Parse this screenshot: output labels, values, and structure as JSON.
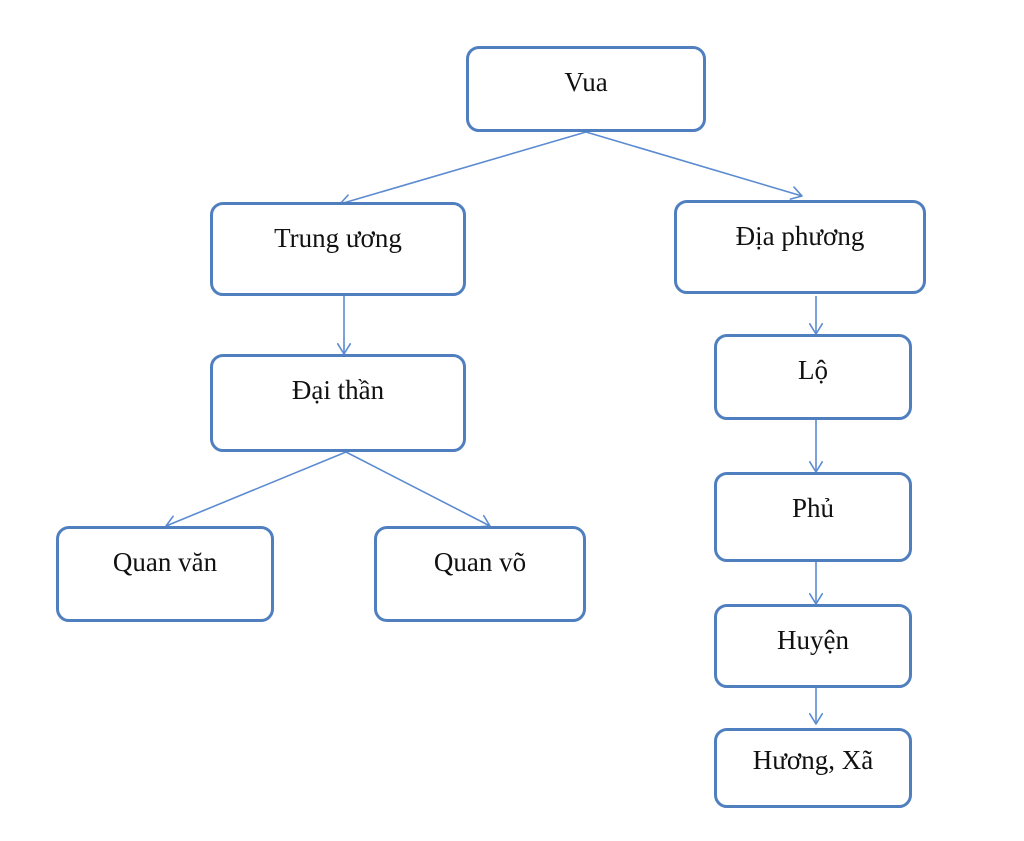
{
  "nodes": {
    "vua": "Vua",
    "trung_uong": "Trung ương",
    "dia_phuong": "Địa phương",
    "dai_than": "Đại thần",
    "quan_van": "Quan văn",
    "quan_vo": "Quan võ",
    "lo": "Lộ",
    "phu": "Phủ",
    "huyen": "Huyện",
    "huong_xa": "Hương, Xã"
  },
  "edges": [
    {
      "from": "vua",
      "to": "trung_uong"
    },
    {
      "from": "vua",
      "to": "dia_phuong"
    },
    {
      "from": "trung_uong",
      "to": "dai_than"
    },
    {
      "from": "dai_than",
      "to": "quan_van"
    },
    {
      "from": "dai_than",
      "to": "quan_vo"
    },
    {
      "from": "dia_phuong",
      "to": "lo"
    },
    {
      "from": "lo",
      "to": "phu"
    },
    {
      "from": "phu",
      "to": "huyen"
    },
    {
      "from": "huyen",
      "to": "huong_xa"
    }
  ],
  "colors": {
    "box_border": "#4f7fbf",
    "arrow": "#5b8bd0",
    "text": "#111111"
  }
}
